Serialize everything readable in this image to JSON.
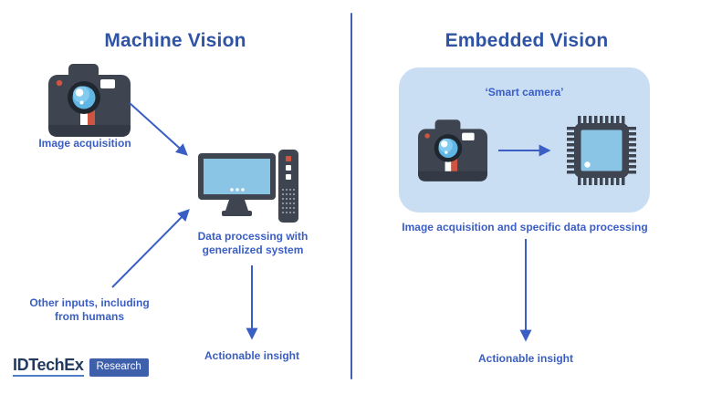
{
  "colors": {
    "title-blue": "#2f54a5",
    "label-blue": "#3a5ec4",
    "arrow-blue": "#3a5ec4",
    "divider-blue": "#3f63b0",
    "box-blue": "#c9def3",
    "icon-dark": "#3e4551",
    "icon-darker": "#333a45",
    "screen-blue": "#8bc5e6",
    "lens-blue": "#5fb6e4",
    "lens-light": "#86cdee",
    "accent-red": "#cf5540",
    "logo-navy": "#223a60",
    "logo-underline": "#4d7dc4",
    "badge-blue": "#3e5fa9"
  },
  "left": {
    "title": "Machine Vision",
    "camera_label": "Image acquisition",
    "computer_label": "Data processing with\ngeneralized system",
    "other_inputs_label": "Other inputs, including\nfrom humans",
    "insight_label": "Actionable insight",
    "icons": {
      "camera": "camera-icon",
      "computer": "desktop-computer-icon"
    }
  },
  "right": {
    "title": "Embedded Vision",
    "box_label": "‘Smart camera’",
    "caption": "Image acquisition and specific data processing",
    "insight_label": "Actionable insight",
    "icons": {
      "camera": "camera-icon",
      "chip": "microchip-icon"
    }
  },
  "logo": {
    "brand": "IDTechEx",
    "badge": "Research"
  }
}
